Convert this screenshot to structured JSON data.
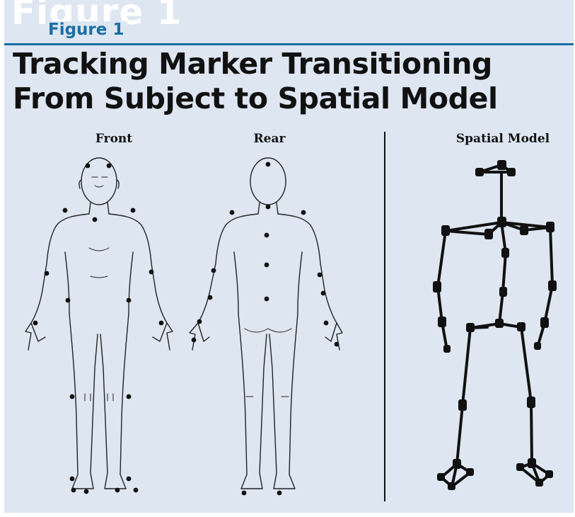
{
  "figure": {
    "label": "Figure 1",
    "title_line1": "Tracking Marker Transitioning",
    "title_line2": "From Subject to Spatial Model"
  },
  "panels": {
    "front": "Front",
    "rear": "Rear",
    "spatial": "Spatial Model"
  },
  "colors": {
    "background": "#dde6f1",
    "accent": "#1a6fa6",
    "ink": "#111111"
  }
}
